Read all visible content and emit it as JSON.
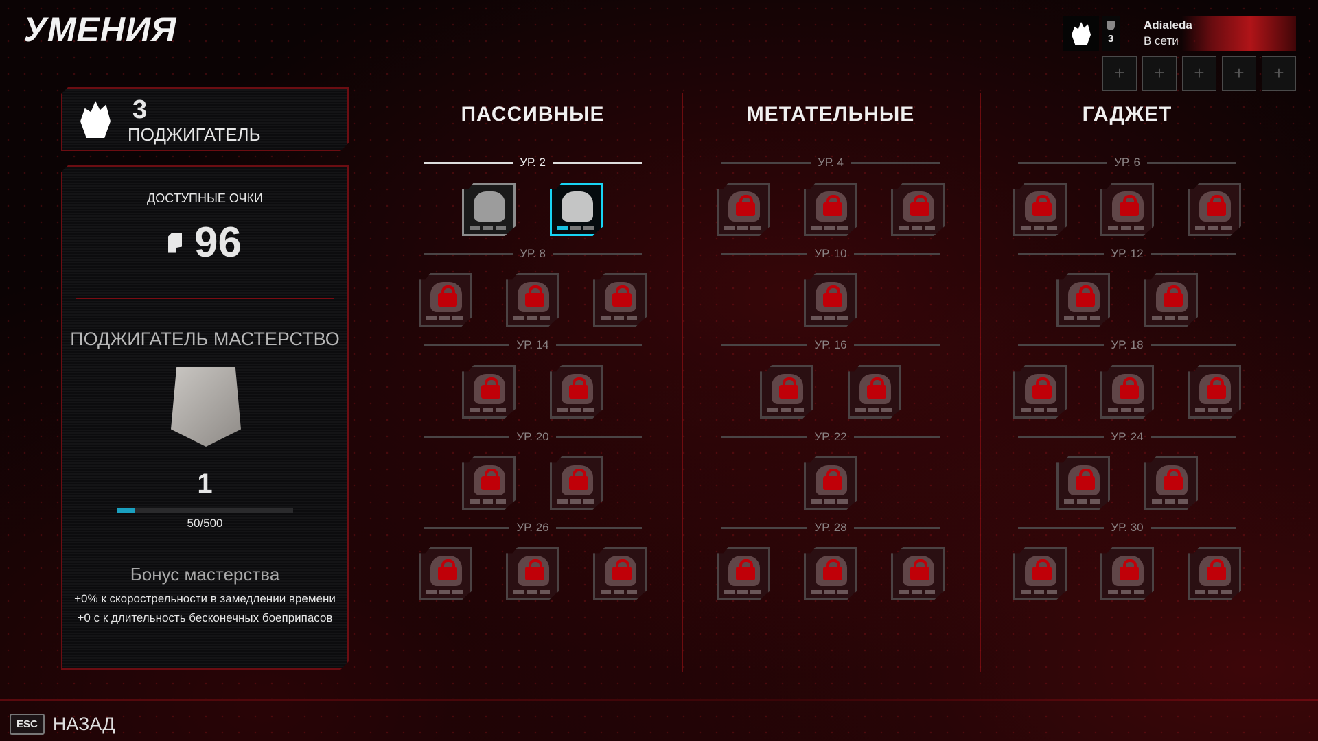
{
  "title": "УМЕНИЯ",
  "class": {
    "level": "3",
    "name": "ПОДЖИГАТЕЛЬ",
    "icon": "flame-demon-icon"
  },
  "points": {
    "label": "ДОСТУПНЫЕ ОЧКИ",
    "value": "96"
  },
  "mastery": {
    "title": "ПОДЖИГАТЕЛЬ МАСТЕРСТВО",
    "rank": "1",
    "progress_text": "50/500",
    "progress": 0.1,
    "bonus_title": "Бонус мастерства",
    "bonuses": [
      "+0% к скорострельности в замедлении времени",
      "+0 с к длительность бесконечных боеприпасов"
    ]
  },
  "profile": {
    "name": "Adialeda",
    "status": "В сети",
    "rank": "3",
    "party_slots": [
      "+",
      "+",
      "+",
      "+",
      "+"
    ]
  },
  "colors": {
    "accent": "#18d4f4",
    "lock": "#c00008",
    "border": "#6b0d12"
  },
  "columns": [
    {
      "title": "ПАССИВНЫЕ",
      "tiers": [
        {
          "label": "УР. 2",
          "active": true,
          "skills": [
            {
              "icon": "fire-icon",
              "state": "unlocked"
            },
            {
              "icon": "oven-mitt-icon",
              "state": "selected"
            }
          ]
        },
        {
          "label": "УР. 8",
          "skills": [
            {
              "icon": "wrench-icon",
              "state": "locked"
            },
            {
              "icon": "splash-icon",
              "state": "locked"
            },
            {
              "icon": "tree-icon",
              "state": "locked"
            }
          ]
        },
        {
          "label": "УР. 14",
          "skills": [
            {
              "icon": "card-icon",
              "state": "locked"
            },
            {
              "icon": "burning-hand-icon",
              "state": "locked"
            }
          ]
        },
        {
          "label": "УР. 20",
          "skills": [
            {
              "icon": "flaming-skull-icon",
              "state": "locked"
            },
            {
              "icon": "foot-icon",
              "state": "locked"
            }
          ]
        },
        {
          "label": "УР. 26",
          "skills": [
            {
              "icon": "extinguisher-icon",
              "state": "locked"
            },
            {
              "icon": "fire-fist-icon",
              "state": "locked"
            },
            {
              "icon": "explosion-icon",
              "state": "locked"
            }
          ]
        }
      ]
    },
    {
      "title": "МЕТАТЕЛЬНЫЕ",
      "tiers": [
        {
          "label": "УР. 4",
          "skills": [
            {
              "icon": "chevrons-icon",
              "state": "locked"
            },
            {
              "icon": "molotov-target-icon",
              "state": "locked"
            },
            {
              "icon": "fire-swirl-icon",
              "state": "locked"
            }
          ]
        },
        {
          "label": "УР. 10",
          "skills": [
            {
              "icon": "molotov-plus-icon",
              "state": "locked"
            }
          ]
        },
        {
          "label": "УР. 16",
          "skills": [
            {
              "icon": "timer-icon",
              "state": "locked"
            },
            {
              "icon": "bottles-icon",
              "state": "locked"
            }
          ]
        },
        {
          "label": "УР. 22",
          "skills": [
            {
              "icon": "molotov-icon",
              "state": "locked"
            }
          ]
        },
        {
          "label": "УР. 28",
          "skills": [
            {
              "icon": "head-icon",
              "state": "locked"
            },
            {
              "icon": "bottle-burst-icon",
              "state": "locked"
            },
            {
              "icon": "slash-icon",
              "state": "locked"
            }
          ]
        }
      ]
    },
    {
      "title": "ГАДЖЕТ",
      "tiers": [
        {
          "label": "УР. 6",
          "skills": [
            {
              "icon": "dash-icon",
              "state": "locked"
            },
            {
              "icon": "rank-up-icon",
              "state": "locked"
            },
            {
              "icon": "fire-ring-icon",
              "state": "locked"
            }
          ]
        },
        {
          "label": "УР. 12",
          "skills": [
            {
              "icon": "burst-icon",
              "state": "locked"
            },
            {
              "icon": "chainsaw-icon",
              "state": "locked"
            }
          ]
        },
        {
          "label": "УР. 18",
          "skills": [
            {
              "icon": "claws-icon",
              "state": "locked"
            },
            {
              "icon": "figure-icon",
              "state": "locked"
            },
            {
              "icon": "hooded-icon",
              "state": "locked"
            }
          ]
        },
        {
          "label": "УР. 24",
          "skills": [
            {
              "icon": "skull-flame-icon",
              "state": "locked"
            },
            {
              "icon": "fire-trap-icon",
              "state": "locked"
            }
          ]
        },
        {
          "label": "УР. 30",
          "skills": [
            {
              "icon": "sun-icon",
              "state": "locked"
            },
            {
              "icon": "burning-man-icon",
              "state": "locked"
            },
            {
              "icon": "wings-icon",
              "state": "locked"
            }
          ]
        }
      ]
    }
  ],
  "back": {
    "key": "ESC",
    "label": "НАЗАД"
  }
}
